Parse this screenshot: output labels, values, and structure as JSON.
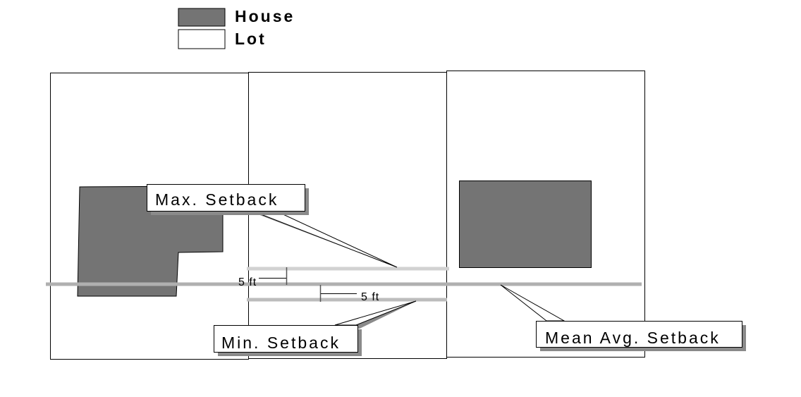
{
  "legend": [
    {
      "label": "House",
      "color": "#747474"
    },
    {
      "label": "Lot",
      "color": "#ffffff"
    }
  ],
  "labels": {
    "max_setback": "Max. Setback",
    "min_setback": "Min. Setback",
    "mean_setback": "Mean Avg. Setback"
  },
  "dimensions": {
    "upper_offset": "5 ft",
    "lower_offset": "5 ft"
  },
  "colors": {
    "house": "#747474",
    "max_line": "#d2d2d2",
    "mean_line": "#b0b0b0",
    "min_line": "#bcbcbc",
    "shadow": "#8a8a8a"
  }
}
